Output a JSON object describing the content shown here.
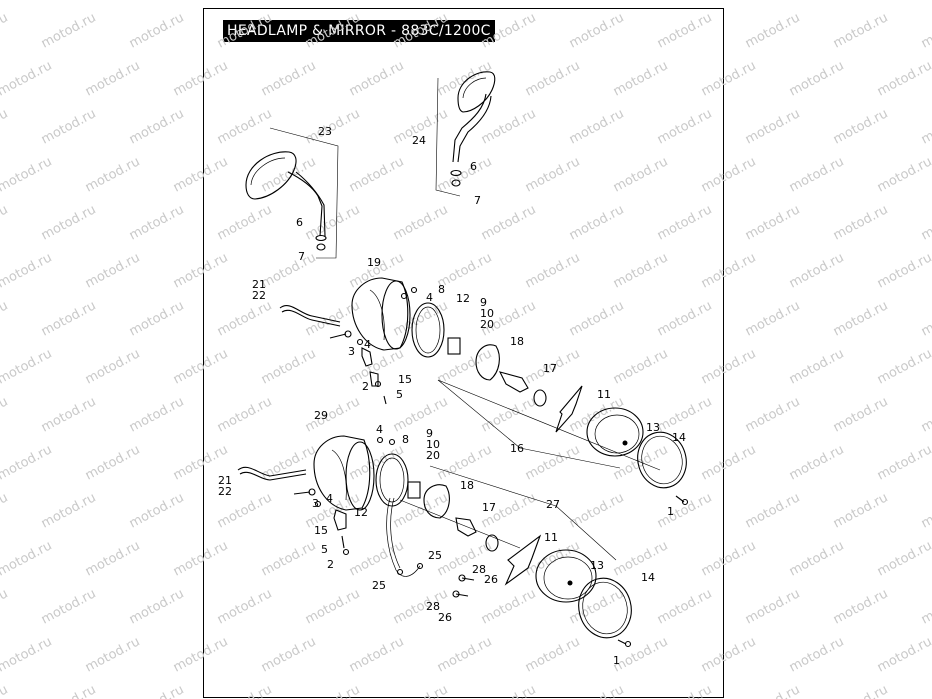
{
  "title": "HEADLAMP & MIRROR - 883C/1200C",
  "watermark": "motod.ru",
  "colors": {
    "ink": "#000000",
    "background": "#ffffff",
    "watermark": "#c9c9c9"
  },
  "callouts": [
    {
      "id": "c23",
      "text": "23"
    },
    {
      "id": "c24",
      "text": "24"
    },
    {
      "id": "c6a",
      "text": "6"
    },
    {
      "id": "c7a",
      "text": "7"
    },
    {
      "id": "c6b",
      "text": "6"
    },
    {
      "id": "c7b",
      "text": "7"
    },
    {
      "id": "c19",
      "text": "19"
    },
    {
      "id": "c8a",
      "text": "8"
    },
    {
      "id": "c4a",
      "text": "4"
    },
    {
      "id": "c12a",
      "text": "12"
    },
    {
      "id": "c21a",
      "text": "21"
    },
    {
      "id": "c22a",
      "text": "22"
    },
    {
      "id": "c9a",
      "text": "9"
    },
    {
      "id": "c10a",
      "text": "10"
    },
    {
      "id": "c20a",
      "text": "20"
    },
    {
      "id": "c3a",
      "text": "3"
    },
    {
      "id": "c4b",
      "text": "4"
    },
    {
      "id": "c18a",
      "text": "18"
    },
    {
      "id": "c15a",
      "text": "15"
    },
    {
      "id": "c17a",
      "text": "17"
    },
    {
      "id": "c2a",
      "text": "2"
    },
    {
      "id": "c5a",
      "text": "5"
    },
    {
      "id": "c11a",
      "text": "11"
    },
    {
      "id": "c13a",
      "text": "13"
    },
    {
      "id": "c14a",
      "text": "14"
    },
    {
      "id": "c16",
      "text": "16"
    },
    {
      "id": "c29",
      "text": "29"
    },
    {
      "id": "c4c",
      "text": "4"
    },
    {
      "id": "c8b",
      "text": "8"
    },
    {
      "id": "c9b",
      "text": "9"
    },
    {
      "id": "c10b",
      "text": "10"
    },
    {
      "id": "c20b",
      "text": "20"
    },
    {
      "id": "c21b",
      "text": "21"
    },
    {
      "id": "c22b",
      "text": "22"
    },
    {
      "id": "c3b",
      "text": "3"
    },
    {
      "id": "c4d",
      "text": "4"
    },
    {
      "id": "c18b",
      "text": "18"
    },
    {
      "id": "c12b",
      "text": "12"
    },
    {
      "id": "c17b",
      "text": "17"
    },
    {
      "id": "c27",
      "text": "27"
    },
    {
      "id": "c15b",
      "text": "15"
    },
    {
      "id": "c11b",
      "text": "11"
    },
    {
      "id": "c5b",
      "text": "5"
    },
    {
      "id": "c2b",
      "text": "2"
    },
    {
      "id": "c25a",
      "text": "25"
    },
    {
      "id": "c25b",
      "text": "25"
    },
    {
      "id": "c13b",
      "text": "13"
    },
    {
      "id": "c28a",
      "text": "28"
    },
    {
      "id": "c26a",
      "text": "26"
    },
    {
      "id": "c14b",
      "text": "14"
    },
    {
      "id": "c28b",
      "text": "28"
    },
    {
      "id": "c26b",
      "text": "26"
    },
    {
      "id": "c1a",
      "text": "1"
    },
    {
      "id": "c1b",
      "text": "1"
    }
  ]
}
